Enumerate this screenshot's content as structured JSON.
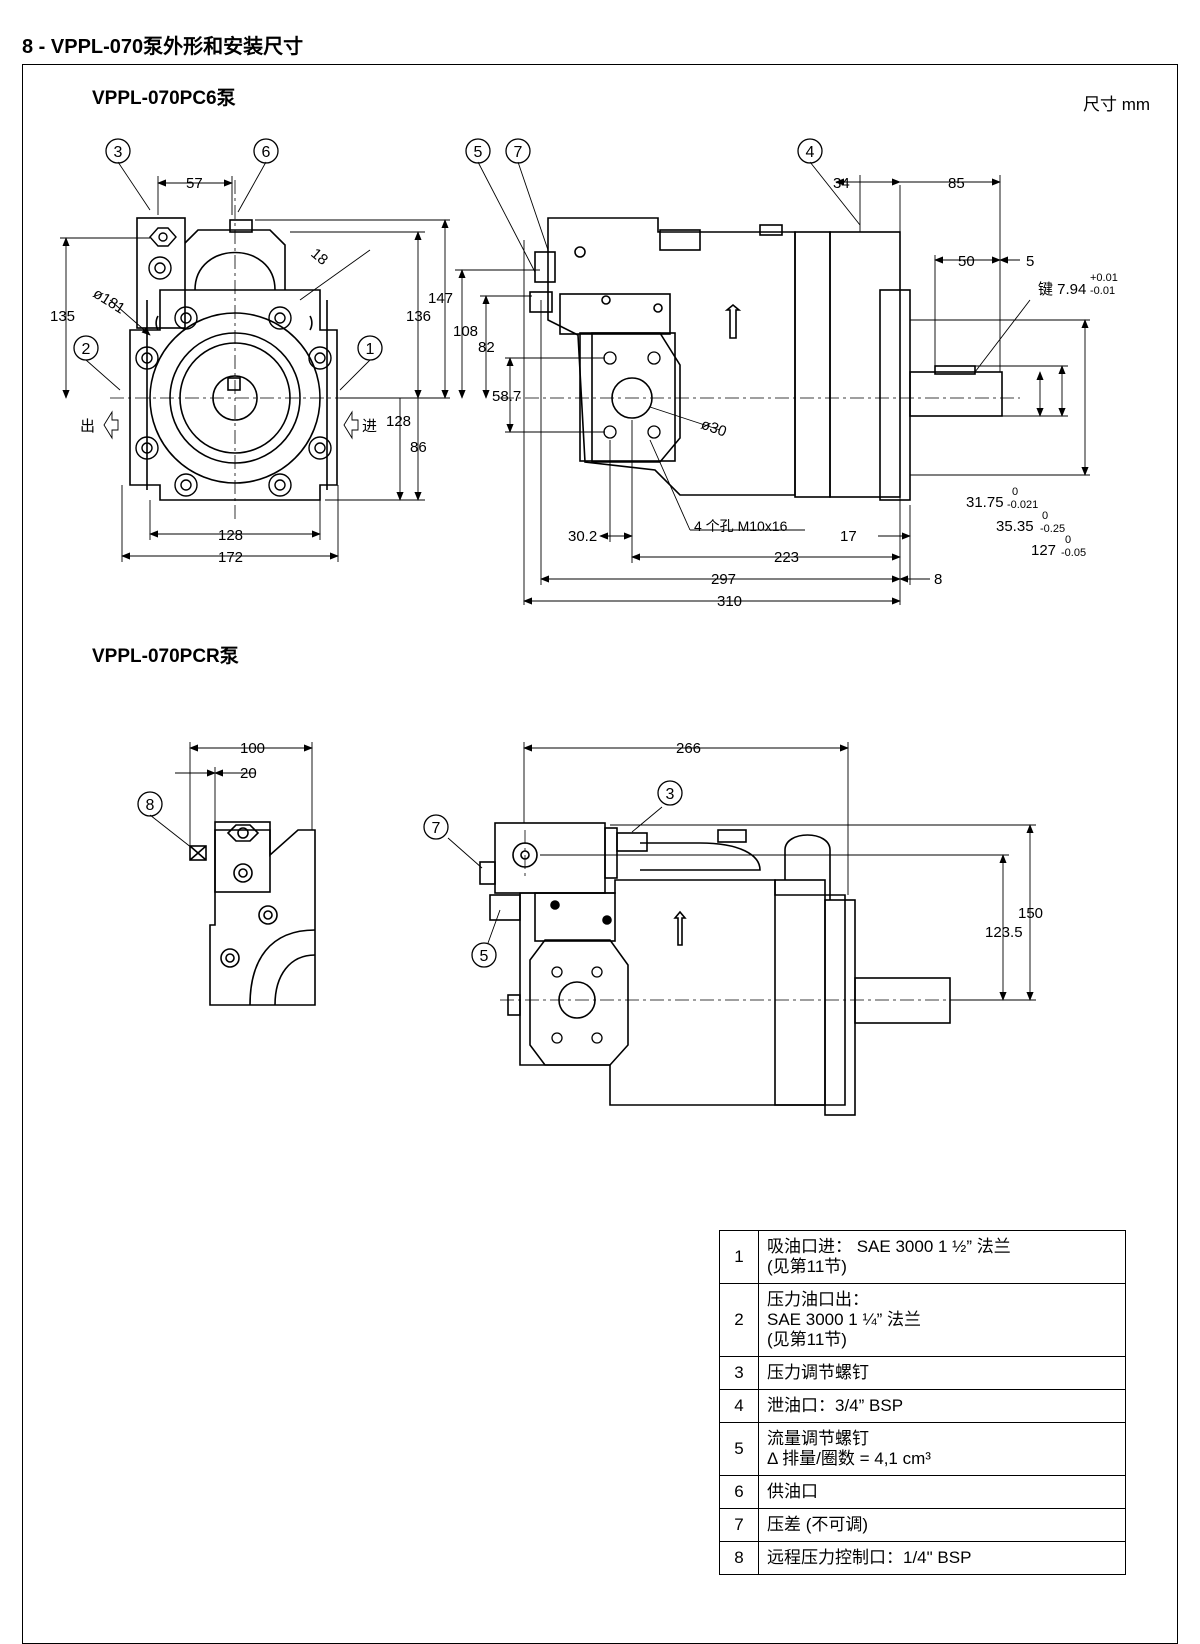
{
  "section_title": "8 - VPPL-070泵外形和安装尺寸",
  "unit": "尺寸  mm",
  "views": {
    "pc6_title": "VPPL-070PC6泵",
    "pcr_title": "VPPL-070PCR泵"
  },
  "callouts": [
    "1",
    "2",
    "3",
    "4",
    "5",
    "6",
    "7",
    "8"
  ],
  "flow_labels": {
    "out": "出",
    "in": "进"
  },
  "dimensions": {
    "d57": "57",
    "d18": "18",
    "d181": "ø181",
    "d135": "135",
    "d147": "147",
    "d136": "136",
    "d128v": "128",
    "d86": "86",
    "d128h": "128",
    "d172": "172",
    "d34": "34",
    "d85": "85",
    "d50": "50",
    "d5": "5",
    "key": "键 7.94",
    "key_tol_up": "+0.01",
    "key_tol_dn": "-0.01",
    "d108": "108",
    "d82": "82",
    "d58_7": "58.7",
    "d30dia": "ø30",
    "d31_75": "31.75",
    "t31_up": "0",
    "t31_dn": "-0.021",
    "d35_35": "35.35",
    "t35_up": "0",
    "t35_dn": "-0.25",
    "d127": "127",
    "t127_up": "0",
    "t127_dn": "-0.05",
    "d30_2": "30.2",
    "holes": "4 个孔  M10x16",
    "d17": "17",
    "d223": "223",
    "d297": "297",
    "d8": "8",
    "d310": "310",
    "d100": "100",
    "d20": "20",
    "d266": "266",
    "d150": "150",
    "d123_5": "123.5"
  },
  "legend": [
    {
      "num": "1",
      "line1": "吸油口进：  SAE 3000 1 ½” 法兰",
      "line2": "(见第11节)",
      "line3": ""
    },
    {
      "num": "2",
      "line1": "压力油口出：",
      "line2": "SAE 3000 1 ¼” 法兰",
      "line3": "(见第11节)"
    },
    {
      "num": "3",
      "line1": "压力调节螺钉",
      "line2": "",
      "line3": ""
    },
    {
      "num": "4",
      "line1": "泄油口：3/4” BSP",
      "line2": "",
      "line3": ""
    },
    {
      "num": "5",
      "line1": "流量调节螺钉",
      "line2": "Δ 排量/圈数 = 4,1 cm³",
      "line3": ""
    },
    {
      "num": "6",
      "line1": "供油口",
      "line2": "",
      "line3": ""
    },
    {
      "num": "7",
      "line1": "压差  (不可调)",
      "line2": "",
      "line3": ""
    },
    {
      "num": "8",
      "line1": "远程压力控制口：1/4\" BSP",
      "line2": "",
      "line3": ""
    }
  ]
}
